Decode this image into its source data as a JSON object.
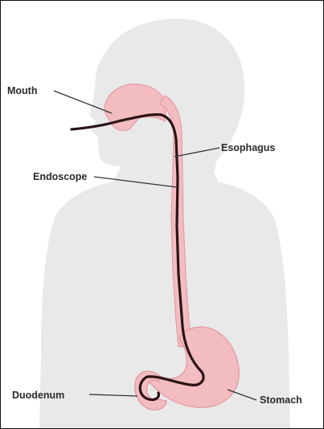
{
  "diagram": {
    "labels": {
      "mouth": "Mouth",
      "esophagus": "Esophagus",
      "endoscope": "Endoscope",
      "duodenum": "Duodenum",
      "stomach": "Stomach"
    },
    "colors": {
      "background": "#ffffff",
      "silhouette": "#e9e9ea",
      "organ": "#f2bcc0",
      "organ_edge": "#e3959b",
      "endoscope": "#2a1416",
      "leader_line": "#333333",
      "label_text": "#2b2b2b"
    }
  }
}
